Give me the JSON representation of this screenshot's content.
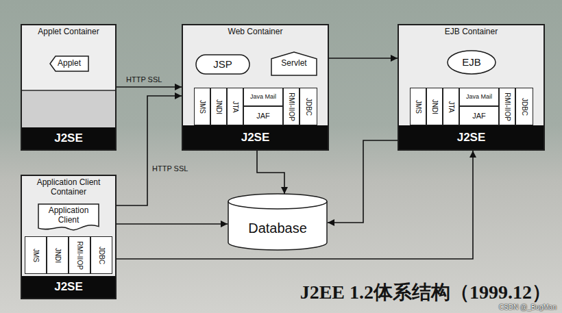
{
  "diagram": {
    "title": "J2EE 1.2体系结构（1999.12）",
    "nodes": [
      {
        "text": [
          "Applet Container"
        ]
      },
      {
        "text": [
          "Applet"
        ],
        "in": 0
      },
      {
        "text": [
          "J2SE"
        ],
        "in": 0
      },
      {
        "text": [
          "Web Container"
        ]
      },
      {
        "text": [
          "JSP"
        ],
        "in": 3
      },
      {
        "text": [
          "Servlet"
        ],
        "in": 3
      },
      {
        "text": [
          "JMS"
        ],
        "in": 3
      },
      {
        "text": [
          "JNDI"
        ],
        "in": 3
      },
      {
        "text": [
          "JTA"
        ],
        "in": 3
      },
      {
        "text": [
          "Java Mail"
        ],
        "in": 3
      },
      {
        "text": [
          "JAF"
        ],
        "in": 3
      },
      {
        "text": [
          "RMI-IIOP"
        ],
        "in": 3
      },
      {
        "text": [
          "JDBC"
        ],
        "in": 3
      },
      {
        "text": [
          "J2SE"
        ],
        "in": 3
      },
      {
        "text": [
          "EJB Container"
        ]
      },
      {
        "text": [
          "EJB"
        ],
        "in": 14
      },
      {
        "text": [
          "JMS"
        ],
        "in": 14
      },
      {
        "text": [
          "JNDI"
        ],
        "in": 14
      },
      {
        "text": [
          "JTA"
        ],
        "in": 14
      },
      {
        "text": [
          "Java Mail"
        ],
        "in": 14
      },
      {
        "text": [
          "JAF"
        ],
        "in": 14
      },
      {
        "text": [
          "RMI-IIOP"
        ],
        "in": 14
      },
      {
        "text": [
          "JDBC"
        ],
        "in": 14
      },
      {
        "text": [
          "J2SE"
        ],
        "in": 14
      },
      {
        "text": [
          "Application Client Container"
        ]
      },
      {
        "text": [
          "Application Client"
        ],
        "in": 24
      },
      {
        "text": [
          "JMS"
        ],
        "in": 24
      },
      {
        "text": [
          "JNDI"
        ],
        "in": 24
      },
      {
        "text": [
          "RMI-IIOP"
        ],
        "in": 24
      },
      {
        "text": [
          "JDBC"
        ],
        "in": 24
      },
      {
        "text": [
          "J2SE"
        ],
        "in": 24
      },
      {
        "text": [
          "Database"
        ]
      }
    ],
    "edges": [
      {
        "from": 0,
        "to": 3,
        "label": "HTTP SSL",
        "arrow": "to"
      },
      {
        "from": 3,
        "to": 14,
        "arrow": "to"
      },
      {
        "from": 3,
        "to": 31,
        "arrow": "to"
      },
      {
        "from": 24,
        "to": 3,
        "label": "HTTP SSL",
        "arrow": "to"
      },
      {
        "from": 24,
        "to": 31,
        "arrow": "to"
      },
      {
        "from": 24,
        "to": 14,
        "arrow": "to"
      },
      {
        "from": 14,
        "to": 31,
        "arrow": "to"
      }
    ],
    "labels": [
      "CSDN @_BugMan"
    ]
  }
}
